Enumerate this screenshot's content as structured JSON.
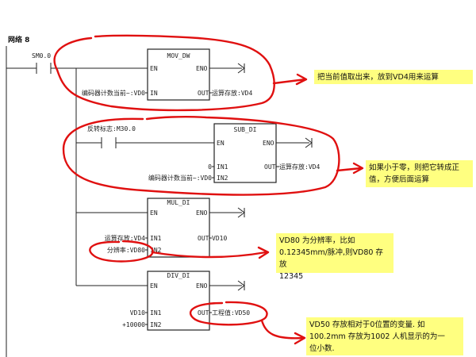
{
  "network": {
    "title": "网络 8"
  },
  "contacts": {
    "sm": "SM0.0",
    "flip": "反转标志:M30.0"
  },
  "blocks": {
    "mov": {
      "name": "MOV_DW",
      "en": "EN",
      "eno": "ENO",
      "in": "IN",
      "out": "OUT",
      "in_label": "编码器计数当前~:VD0",
      "out_label": "运算存放:VD4"
    },
    "sub": {
      "name": "SUB_DI",
      "en": "EN",
      "eno": "ENO",
      "in1": "IN1",
      "in2": "IN2",
      "out": "OUT",
      "in1_label": "0",
      "in2_label": "编码器计数当前~:VD0",
      "out_label": "运算存放:VD4"
    },
    "mul": {
      "name": "MUL_DI",
      "en": "EN",
      "eno": "ENO",
      "in1": "IN1",
      "in2": "IN2",
      "out": "OUT",
      "in1_label": "运算存放:VD4",
      "in2_label": "分辨率:VD80",
      "out_label": "VD10"
    },
    "div": {
      "name": "DIV_DI",
      "en": "EN",
      "eno": "ENO",
      "in1": "IN1",
      "in2": "IN2",
      "out": "OUT",
      "in1_label": "VD10",
      "in2_label": "+10000",
      "out_label": "工程值:VD50"
    }
  },
  "notes": {
    "n1": "把当前值取出来，放到VD4用来运算",
    "n2_l1": "如果小于零，则把它转成正",
    "n2_l2": "值，方便后面运算",
    "n3_l1": "VD80 为分辨率，比如",
    "n3_l2": "0.12345mm/脉冲,则VD80 存放",
    "n3_l3": "12345",
    "n4_l1": "VD50 存放相对于0位置的变量. 如",
    "n4_l2": "100.2mm 存放为1002 人机显示的为一",
    "n4_l3": "位小数."
  },
  "colors": {
    "annotation": "#e01010",
    "note_bg": "#ffff80"
  }
}
